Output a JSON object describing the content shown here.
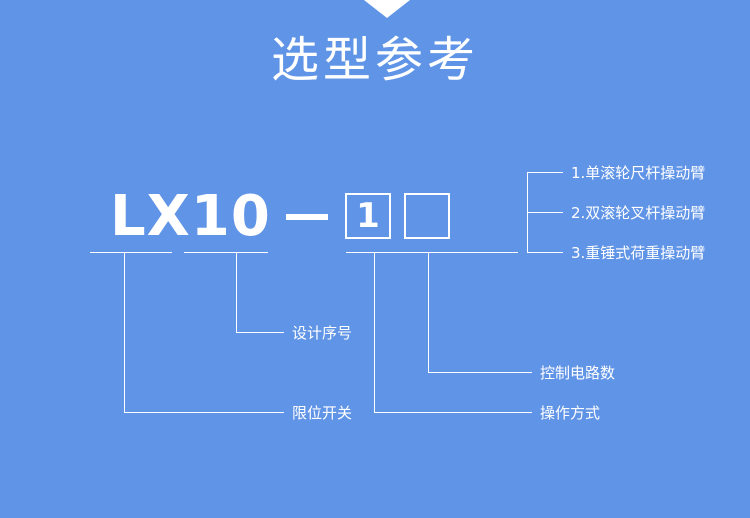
{
  "title": "选型参考",
  "model": {
    "prefix": "LX10",
    "digit1": "1",
    "digit2": ""
  },
  "operation_options": [
    "1.单滚轮尺杆操动臂",
    "2.双滚轮叉杆操动臂",
    "3.重锤式荷重操动臂"
  ],
  "labels": {
    "design_no": "设计序号",
    "limit_switch": "限位开关",
    "circuit_count": "控制电路数",
    "operation_mode": "操作方式"
  }
}
